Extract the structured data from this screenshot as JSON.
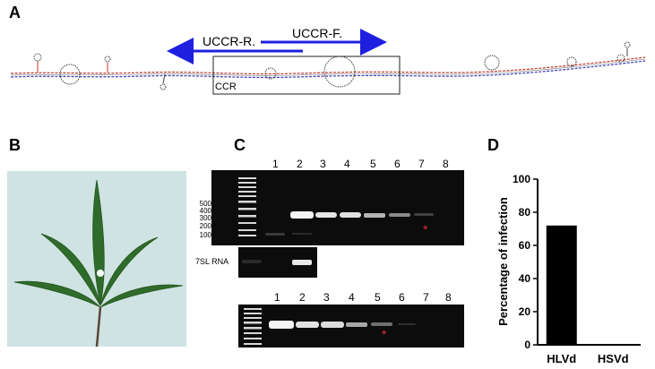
{
  "panels": {
    "a": {
      "letter": "A",
      "primer_reverse": "UCCR-R.",
      "primer_forward": "UCCR-F.",
      "box_label": "CCR"
    },
    "b": {
      "letter": "B"
    },
    "c": {
      "letter": "C",
      "lanes": [
        "1",
        "2",
        "3",
        "4",
        "5",
        "6",
        "7",
        "8"
      ],
      "ladder_sizes": [
        "500",
        "400",
        "300",
        "200",
        "100"
      ],
      "control_label": "7SL RNA",
      "marker": "*"
    },
    "d": {
      "letter": "D"
    }
  },
  "chart_data": {
    "type": "bar",
    "categories": [
      "HLVd",
      "HSVd"
    ],
    "values": [
      72,
      0
    ],
    "ylabel": "Percentage of infection",
    "ylim": [
      0,
      100
    ],
    "yticks": [
      "0",
      "20",
      "40",
      "60",
      "80",
      "100"
    ],
    "bar_color": "#000000"
  },
  "colors": {
    "arrow": "#1f1fe0",
    "marker": "#e03030",
    "leaf_bg": "#cfe3e3",
    "leaf": "#2f6b2a"
  }
}
